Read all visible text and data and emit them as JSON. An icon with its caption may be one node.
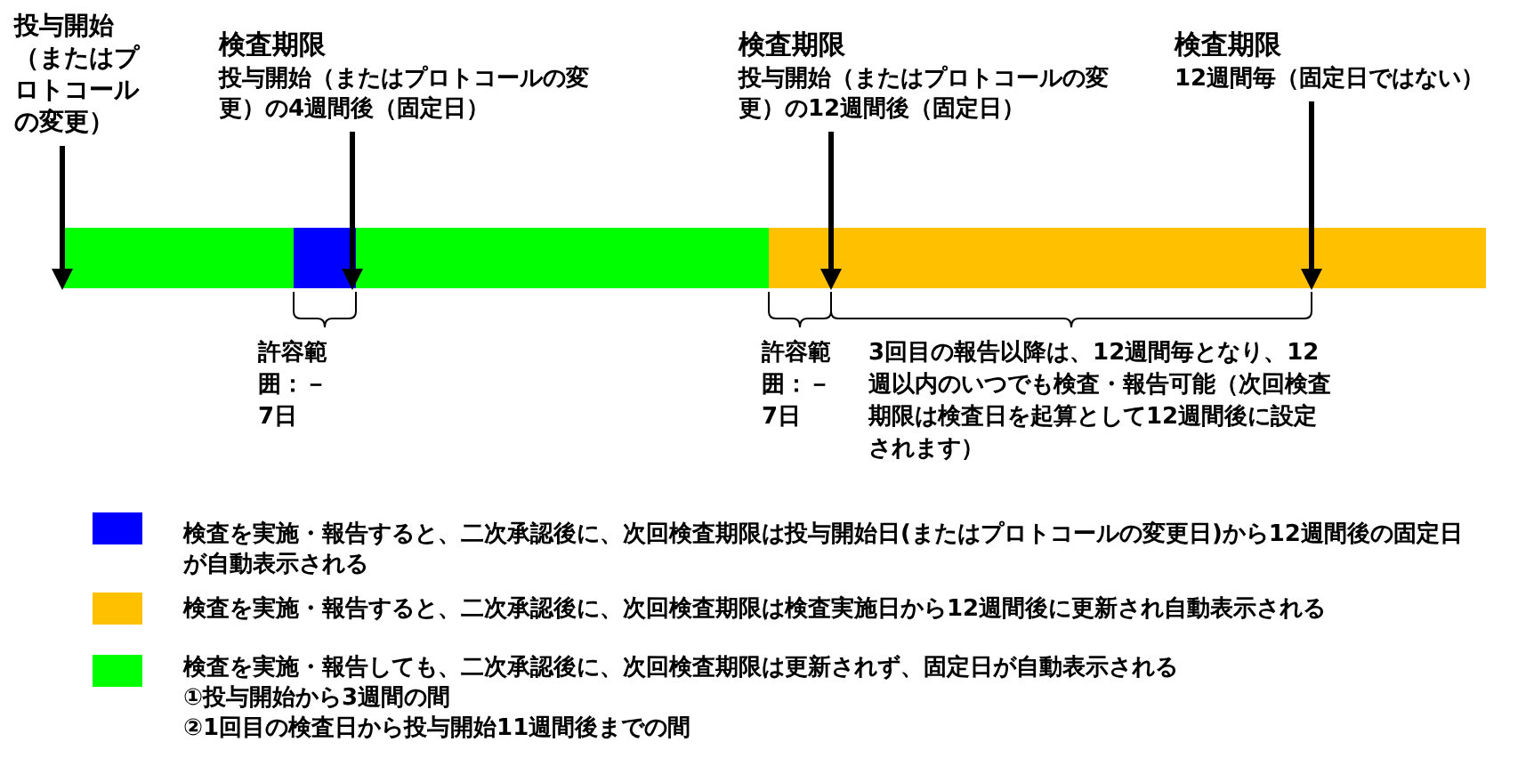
{
  "diagram": {
    "nodes": [
      {
        "text": [
          "投与開始（またはプロトコールの変更）"
        ]
      },
      {
        "text": [
          "検査期限",
          "投与開始（またはプロトコールの変更）の4週間後（固定日）"
        ]
      },
      {
        "text": [
          "検査期限",
          "投与開始（またはプロトコールの変更）の12週間後（固定日）"
        ]
      },
      {
        "text": [
          "検査期限",
          "12週間毎（固定日ではない）"
        ]
      },
      {
        "text": [],
        "shape": "bar"
      },
      {
        "text": [],
        "shape": "bar"
      },
      {
        "text": [],
        "shape": "bar"
      },
      {
        "text": [],
        "shape": "bar"
      }
    ],
    "edges": [
      {
        "from": 0,
        "to": 4,
        "arrow": "to"
      },
      {
        "from": 1,
        "to": 5,
        "arrow": "to"
      },
      {
        "from": 2,
        "to": 7,
        "arrow": "to"
      },
      {
        "from": 3,
        "to": 7,
        "arrow": "to"
      }
    ],
    "labels": [
      "許容範囲：－7日",
      "許容範囲：－7日",
      "3回目の報告以降は、12週間毎となり、12週以内のいつでも検査・報告可能（次回検査期限は検査日を起算として12週間後に設定されます）",
      "①投与開始から3週間の間",
      "②1回目の検査日から投与開始11週間後までの間"
    ],
    "legend": [
      {
        "text": "検査を実施・報告すると、二次承認後に、次回検査期限は投与開始日(またはプロトコールの変更日)から12週間後の固定日が自動表示される",
        "color": "#0000ff"
      },
      {
        "text": "検査を実施・報告すると、二次承認後に、次回検査期限は検査実施日から12週間後に更新され自動表示される",
        "color": "#ffc000"
      },
      {
        "text": "検査を実施・報告しても、二次承認後に、次回検査期限は更新されず、固定日が自動表示される",
        "color": "#00ff00"
      }
    ]
  }
}
